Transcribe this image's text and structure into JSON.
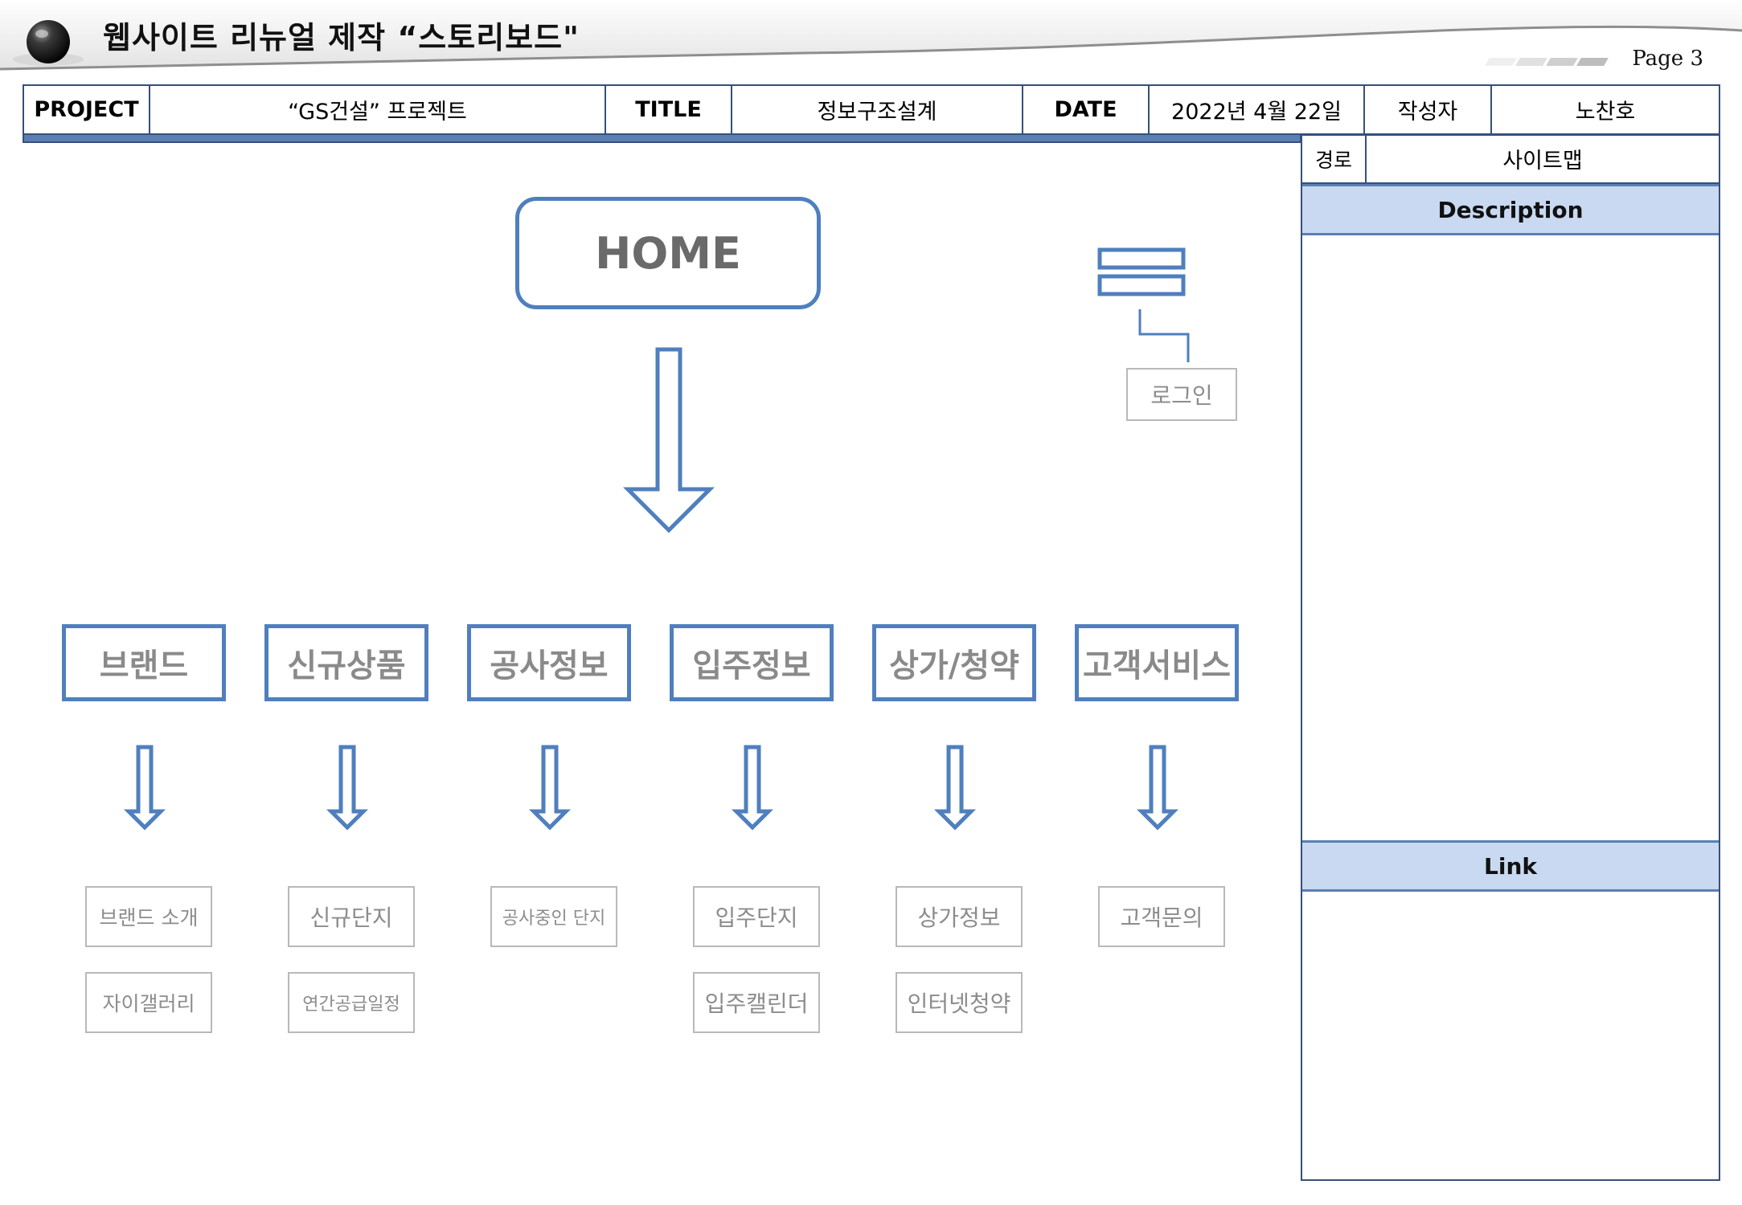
{
  "header": {
    "title": "웹사이트 리뉴얼 제작 “스토리보드\"",
    "page_label": "Page 3"
  },
  "info": {
    "project_label": "PROJECT",
    "project_value": "“GS건설” 프로젝트",
    "title_label": "TITLE",
    "title_value": "정보구조설계",
    "date_label": "DATE",
    "date_value": "2022년 4월 22일",
    "author_label": "작성자",
    "author_value": "노찬호",
    "path_label": "경로",
    "path_value": "사이트맵"
  },
  "sidebar": {
    "description_label": "Description",
    "link_label": "Link"
  },
  "sitemap": {
    "home": "HOME",
    "login": "로그인",
    "categories": [
      {
        "label": "브랜드",
        "children": [
          "브랜드 소개",
          "자이갤러리"
        ]
      },
      {
        "label": "신규상품",
        "children": [
          "신규단지",
          "연간공급일정"
        ]
      },
      {
        "label": "공사정보",
        "children": [
          "공사중인 단지"
        ]
      },
      {
        "label": "입주정보",
        "children": [
          "입주단지",
          "입주캘린더"
        ]
      },
      {
        "label": "상가/청약",
        "children": [
          "상가정보",
          "인터넷청약"
        ]
      },
      {
        "label": "고객서비스",
        "children": [
          "고객문의"
        ]
      }
    ]
  },
  "colors": {
    "accent": "#4f7fbe",
    "border": "#37507a",
    "band": "#c8d9f1"
  }
}
